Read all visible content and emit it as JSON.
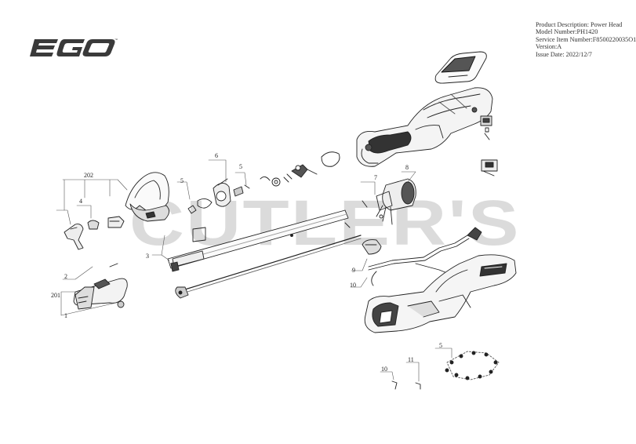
{
  "logo": {
    "text": "EGO"
  },
  "header": {
    "description": "Product Description: Power Head",
    "model": "Model Number:PH1420",
    "service": "Service Item Number:F8500220035O1",
    "version": "Version:A",
    "issue_date": "Issue Date: 2022/12/7"
  },
  "watermark": "CUTLER'S",
  "callouts": {
    "c202": "202",
    "c6": "6",
    "c5a": "5",
    "c5b": "5",
    "c4": "4",
    "c3": "3",
    "c7": "7",
    "c8": "8",
    "c2": "2",
    "c201": "201",
    "c1": "1",
    "c9": "9",
    "c10a": "10",
    "c5c": "5",
    "c10b": "10",
    "c11": "11"
  }
}
